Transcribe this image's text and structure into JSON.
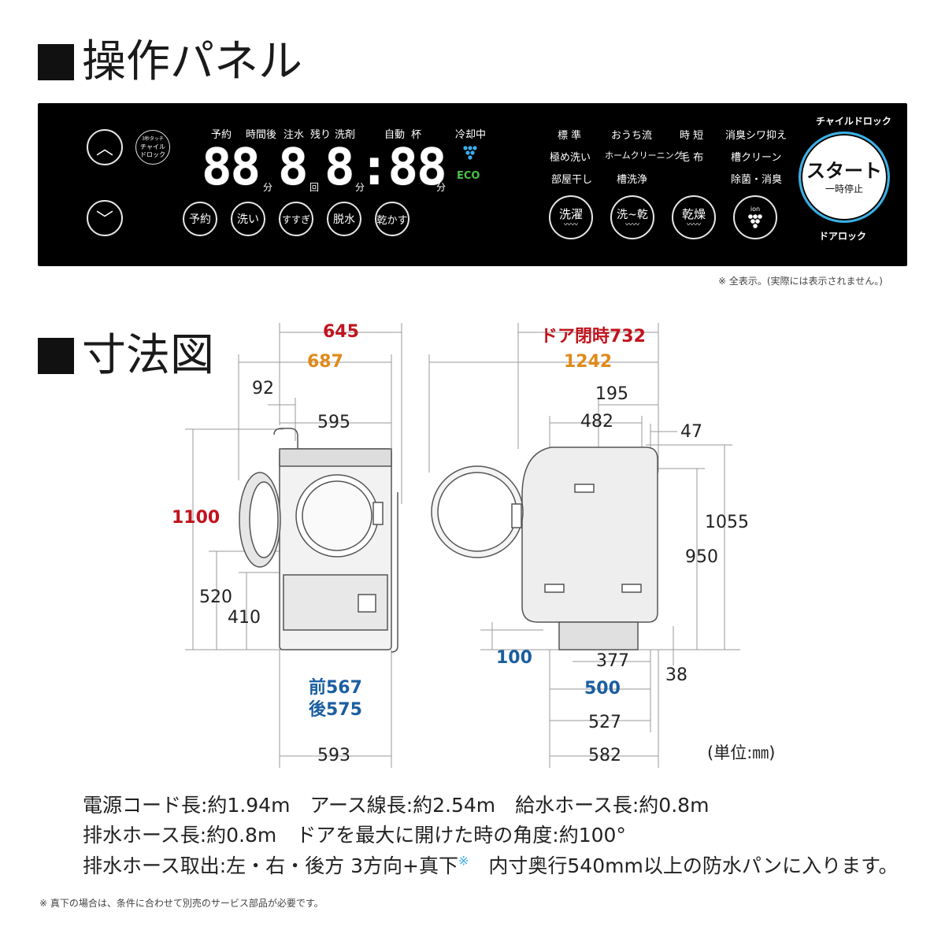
{
  "sections": {
    "panel_title": "操作パネル",
    "dims_title": "寸法図"
  },
  "panel": {
    "up_arrow": "︿",
    "down_arrow": "﹀",
    "childlock_small": "3秒タッチ",
    "childlock_label": "チャイルドロック",
    "top_labels": [
      "予約",
      "時間後",
      "注水",
      "残り",
      "洗剤",
      "自動",
      "杯",
      "冷却中"
    ],
    "digits_1": "88",
    "unit_1": "分",
    "digits_2": "8",
    "unit_2": "回",
    "digits_3": "8",
    "unit_3": "分",
    "digits_4": ":88",
    "unit_4": "分",
    "eco": "ECO",
    "bottom_buttons": [
      "予約",
      "洗い",
      "すすぎ",
      "脱水",
      "乾かす"
    ],
    "courses_row1": [
      "標 準",
      "おうち流",
      "時 短",
      "消臭シワ抑え"
    ],
    "courses_row2": [
      "極め洗い",
      "ホームクリーニング",
      "毛 布",
      "槽クリーン"
    ],
    "courses_row3": [
      "部屋干し",
      "槽洗浄",
      "除菌・消臭"
    ],
    "mode_buttons": [
      "洗濯",
      "洗~乾",
      "乾燥"
    ],
    "ion_label": "ion",
    "child_lock_top": "チャイルドロック",
    "start_label": "スタート",
    "pause_label": "一時停止",
    "door_lock": "ドアロック",
    "display_note": "※ 全表示。(実際には表示されません。)"
  },
  "dimensions": {
    "front": {
      "w645": "645",
      "w687": "687",
      "d92": "92",
      "w595": "595",
      "h1100": "1100",
      "h520": "520",
      "h410": "410",
      "front567": "前567",
      "back575": "後575",
      "w593": "593"
    },
    "side": {
      "door732": "ドア閉時732",
      "w1242": "1242",
      "d195": "195",
      "d482": "482",
      "d47": "47",
      "h1055": "1055",
      "h950": "950",
      "h100": "100",
      "d377": "377",
      "d500": "500",
      "h38": "38",
      "d527": "527",
      "d582": "582"
    },
    "unit_note": "(単位:㎜)"
  },
  "specs": {
    "line1": "電源コード長:約1.94m　アース線長:約2.54m　給水ホース長:約0.8m",
    "line2": "排水ホース長:約0.8m　ドアを最大に開けた時の角度:約100°",
    "line3a": "排水ホース取出:左・右・後方 3方向+真下",
    "line3_mark": "※",
    "line3b": "　内寸奥行540mm以上の防水パンに入ります。"
  },
  "footnote": "※ 真下の場合は、条件に合わせて別売のサービス部品が必要です。",
  "colors": {
    "red": "#c0141e",
    "orange": "#e08a1a",
    "blue": "#1b5ea0",
    "panel_bg": "#000000",
    "start_ring": "#3ab0e6"
  }
}
